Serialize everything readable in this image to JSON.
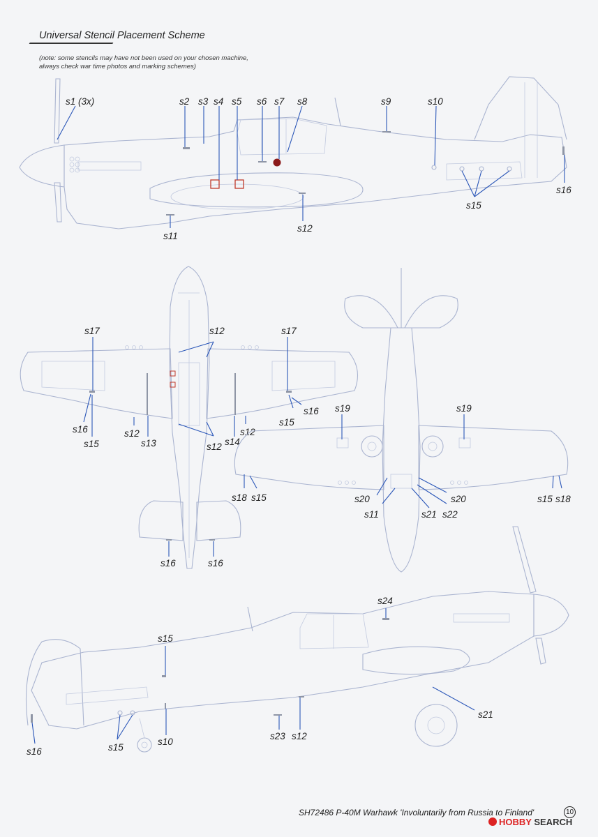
{
  "header": {
    "title": "Universal Stencil Placement Scheme",
    "note_line1": "(note: some stencils may have not been used on your chosen machine,",
    "note_line2": "always check war time photos and marking schemes)"
  },
  "labels": {
    "side_view_left": [
      "s1 (3x)",
      "s2",
      "s3",
      "s4",
      "s5",
      "s6",
      "s7",
      "s8",
      "s9",
      "s10",
      "s16",
      "s15",
      "s11",
      "s12"
    ],
    "top_view": [
      "s17",
      "s12",
      "s17",
      "s16",
      "s15",
      "s16",
      "s12",
      "s13",
      "s12",
      "s14",
      "s12",
      "s15",
      "s16",
      "s16"
    ],
    "bottom_view": [
      "s19",
      "s19",
      "s18",
      "s15",
      "s20",
      "s20",
      "s11",
      "s21",
      "s22",
      "s15",
      "s18"
    ],
    "side_view_right": [
      "s24",
      "s15",
      "s21",
      "s16",
      "s15",
      "s10",
      "s23",
      "s12"
    ]
  },
  "colors": {
    "outline": "#aab4d0",
    "leader": "#2a56b8",
    "stencil_red": "#c0392b",
    "roundel_red": "#8b1a1a"
  },
  "footer": {
    "text": "SH72486  P-40M Warhawk  'Involuntarily from Russia to Finland'",
    "page_number": "10"
  },
  "watermark": {
    "brand": "HOBBY",
    "suffix": "SEARCH"
  }
}
